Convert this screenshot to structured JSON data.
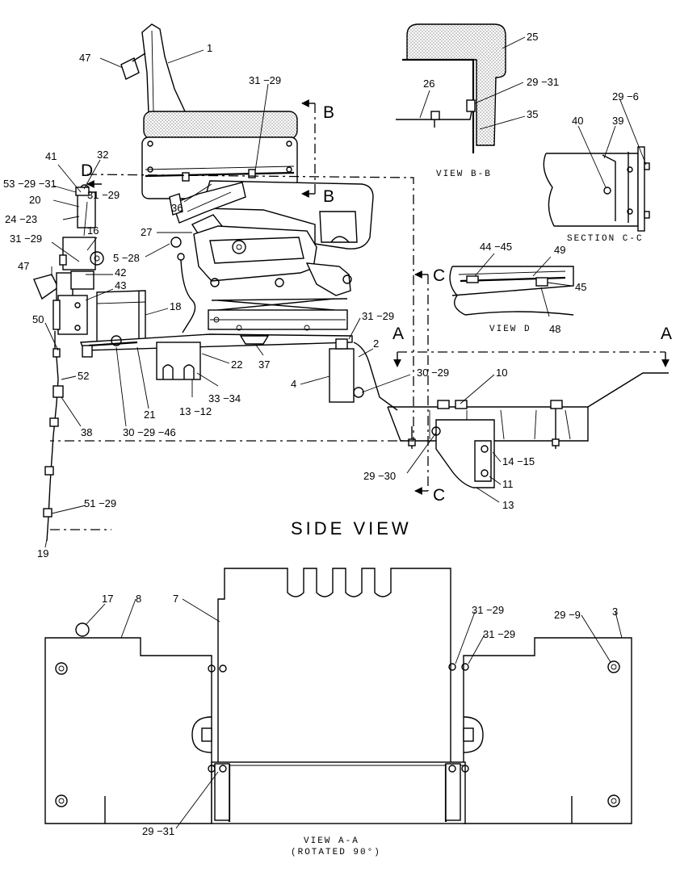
{
  "titles": {
    "side_view": "SIDE VIEW",
    "view_bb": "VIEW B-B",
    "section_cc": "SECTION C-C",
    "view_d": "VIEW D",
    "view_aa_line1": "VIEW A-A",
    "view_aa_line2": "(ROTATED 90°)"
  },
  "section_letters": {
    "b_top": "B",
    "b_bottom": "B",
    "c_top": "C",
    "c_bottom": "C",
    "a_left": "A",
    "a_right": "A",
    "d": "D"
  },
  "callouts": {
    "c1": "1",
    "c47_top": "47",
    "c31_29_seat": "31 −29",
    "c25": "25",
    "c26": "26",
    "c29_31_bb": "29 −31",
    "c35": "35",
    "c29_6": "29 −6",
    "c40": "40",
    "c39": "39",
    "c41": "41",
    "c32": "32",
    "c53_29_31": "53 −29 −31",
    "c20": "20",
    "c31_29_left": "31 −29",
    "c24_23": "24 −23",
    "c16": "16",
    "c27": "27",
    "c36": "36",
    "c5_28": "5 −28",
    "c31_29_side": "31 −29",
    "c42": "42",
    "c43": "43",
    "c47_left": "47",
    "c18": "18",
    "c44_45": "44 −45",
    "c49": "49",
    "c45": "45",
    "c48": "48",
    "c50": "50",
    "c31_29_base": "31 −29",
    "c2": "2",
    "c37": "37",
    "c22": "22",
    "c4": "4",
    "c30_29": "30 −29",
    "c10": "10",
    "c52": "52",
    "c21": "21",
    "c33_34": "33 −34",
    "c13_12": "13 −12",
    "c38": "38",
    "c30_29_46": "30 −29 −46",
    "c14_15": "14 −15",
    "c29_30": "29 −30",
    "c11": "11",
    "c13": "13",
    "c51_29": "51 −29",
    "c19": "19",
    "c17": "17",
    "c8": "8",
    "c7": "7",
    "c31_29_aa1": "31 −29",
    "c31_29_aa2": "31 −29",
    "c29_9": "29 −9",
    "c3": "3",
    "c29_31_aa": "29 −31"
  }
}
